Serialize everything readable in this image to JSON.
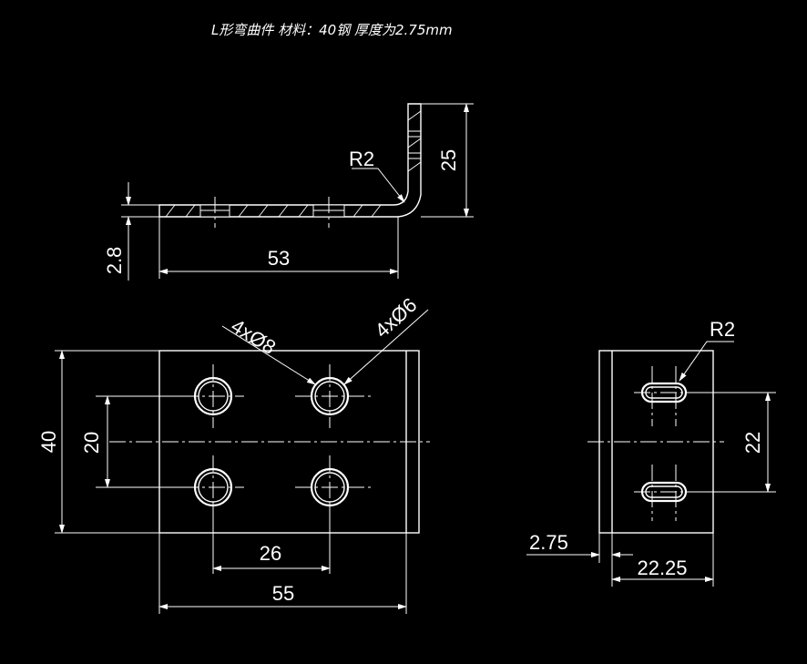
{
  "title": "L形弯曲件  材料：40钢  厚度为2.75mm",
  "side_view": {
    "dim_height": "25",
    "dim_radius": "R2",
    "dim_thickness": "2.8",
    "dim_length": "53"
  },
  "top_view": {
    "dim_total_height": "40",
    "dim_hole_spacing_v": "20",
    "dim_hole_spacing_h": "26",
    "dim_total_width": "55",
    "label_large_holes": "4xØ8",
    "label_small_holes": "4xØ6"
  },
  "end_view": {
    "dim_radius": "R2",
    "dim_slot_spacing": "22",
    "dim_thickness": "2.75",
    "dim_width": "22.25"
  }
}
